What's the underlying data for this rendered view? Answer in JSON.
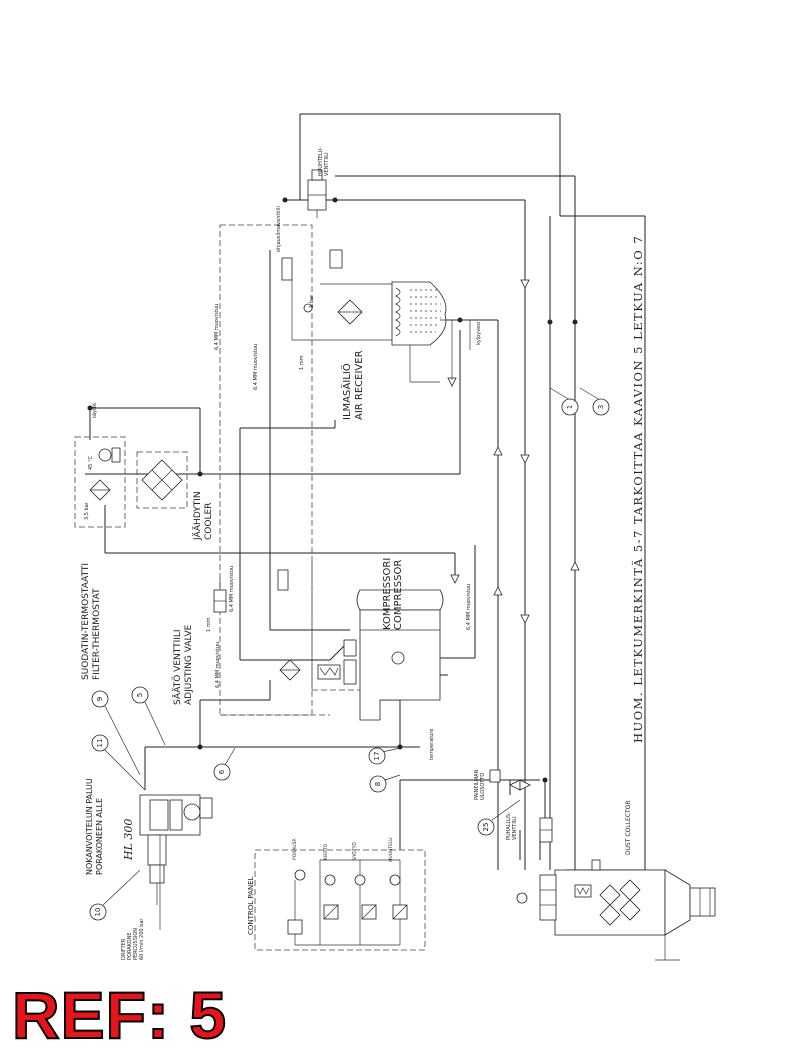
{
  "note": "HUOM. LETKUMERKINTÄ 5-7 TARKOITTAA KAAVION 5 LETKUA N:O 7",
  "components": {
    "filter_thermostat": "SUODATIN-TERMOSTAATTI\nFILTER-THERMOSTAT",
    "cooler": "JÄÄHDYTIN\nCOOLER",
    "adjusting_valve": "SÄÄTÖ VENTTIILI\nADJUSTING VALVE",
    "compressor": "KOMPRESSORI\nCOMPRESSOR",
    "air_receiver": "ILMASÄILIÖ\nAIR RECEIVER",
    "control_panel": "CONTROL PANEL",
    "dust_collector": "DUST COLLECTOR",
    "drill": "HL 300",
    "drill_note": "NOKANVOITELUN PALUU\nPORAKONEEN ALLE",
    "adjusting_valve_top": "HUUHTELU-\nVENTTIILI",
    "flushing_valve": "PUHALLUS-\nVENTTIILI",
    "fan_valve": "PAINEILMAN\nULOSOTTO"
  },
  "hoses": {
    "h1": "1",
    "h3": "3",
    "h5": "5",
    "h6": "6",
    "h8": "8",
    "h9": "9",
    "h10": "10",
    "h11": "11",
    "h17": "17",
    "h25": "25"
  },
  "small_labels": {
    "mm_a": "6,4 MM muovistuu",
    "mm_b": "6,4 MM muovistuu",
    "mm_c": "6,4 MM muovistuu",
    "mm_d": "6,4 MM muovistuu",
    "mm_e": "6,4 MM muovistuu",
    "bar_35": "3,5 bar",
    "temp_45": "45 °C",
    "bar_1": "1 bar",
    "mm_1": "1 mm",
    "mm_1b": "1 mm",
    "sad": "SAD",
    "tayttö": "täyttö",
    "porausp": "PORAUSP.",
    "kierto": "KIERTO",
    "syotto": "SYÖTTÖ",
    "huuhtelu": "HUUHTELU",
    "ohjeet": "DRIFTER\nPORAKONE\nPERCUSSION\n60 l/min 200 bar",
    "kylpyvesi": "kylpyvesi",
    "temperature": "temperature",
    "ohjausilma": "ohjausilmaventtiili",
    "temp_b": "temperature"
  },
  "ref": "REF: 5"
}
